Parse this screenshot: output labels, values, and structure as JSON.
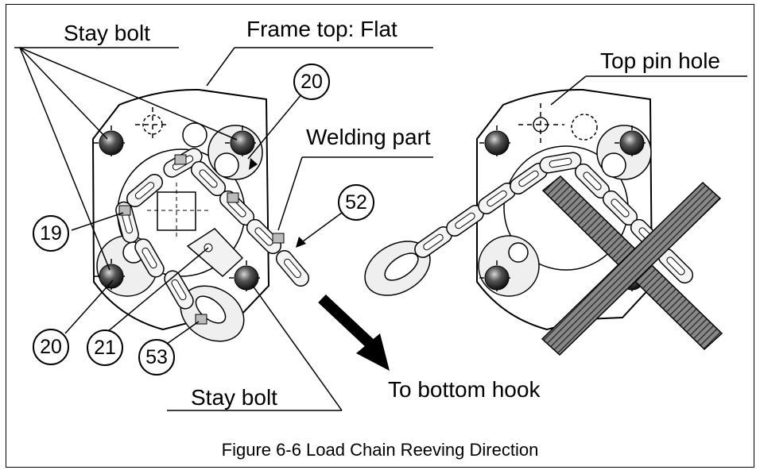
{
  "labels": {
    "stay_bolt_top": "Stay bolt",
    "frame_top": "Frame top: Flat",
    "welding_part": "Welding part",
    "top_pin_hole": "Top pin hole",
    "to_bottom_hook": "To bottom hook",
    "stay_bolt_bottom": "Stay bolt"
  },
  "callouts": {
    "c20_top": "20",
    "c52": "52",
    "c19": "19",
    "c20_bottom": "20",
    "c21": "21",
    "c53": "53"
  },
  "caption": "Figure 6-6  Load Chain Reeving Direction"
}
